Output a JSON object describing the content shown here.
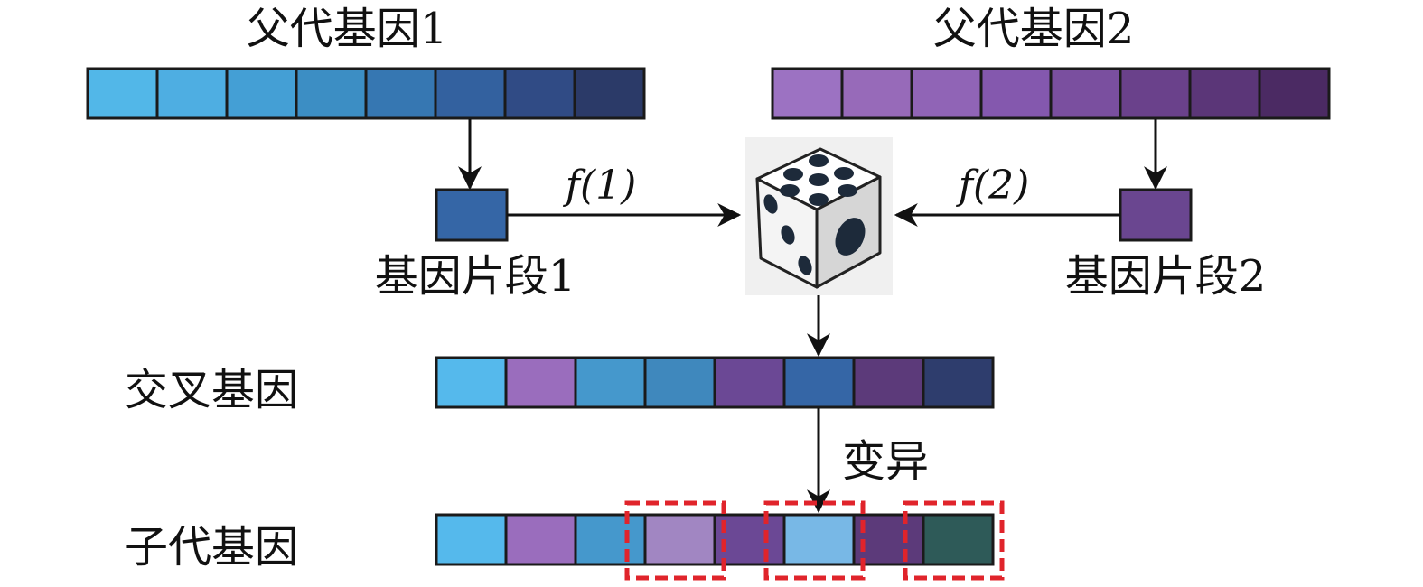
{
  "labels": {
    "parent1": "父代基因1",
    "parent2": "父代基因2",
    "segment1": "基因片段1",
    "segment2": "基因片段2",
    "f1": "f(1)",
    "f2": "f(2)",
    "crossover": "交叉基因",
    "mutation": "变异",
    "offspring": "子代基因"
  },
  "colors": {
    "parent1": [
      "#52b7e8",
      "#4eaee2",
      "#449fd5",
      "#3c8ec4",
      "#3677b2",
      "#33619f",
      "#304b85",
      "#2b3a68"
    ],
    "parent2": [
      "#9c72c2",
      "#976ab9",
      "#9064b6",
      "#8458ae",
      "#7a4f9f",
      "#6a418b",
      "#5b3678",
      "#4b2a63"
    ],
    "segment1": "#3566a6",
    "segment2": "#6a4690",
    "crossover": [
      "#55b9ec",
      "#9a6dbd",
      "#4598cc",
      "#3f88bd",
      "#6b4895",
      "#3566a6",
      "#5c3a7a",
      "#2e3d6d"
    ],
    "offspring": [
      "#55b9ec",
      "#9a6dbd",
      "#4598cc",
      "#a186c2",
      "#6b4895",
      "#78b8e6",
      "#5c3a7a",
      "#2e5a58"
    ],
    "mutation_box": "#e0242b",
    "cell_border": "#1a1a1a",
    "dice_bg": "#f0f0f0"
  },
  "mutated_cells": [
    3,
    5,
    7
  ]
}
